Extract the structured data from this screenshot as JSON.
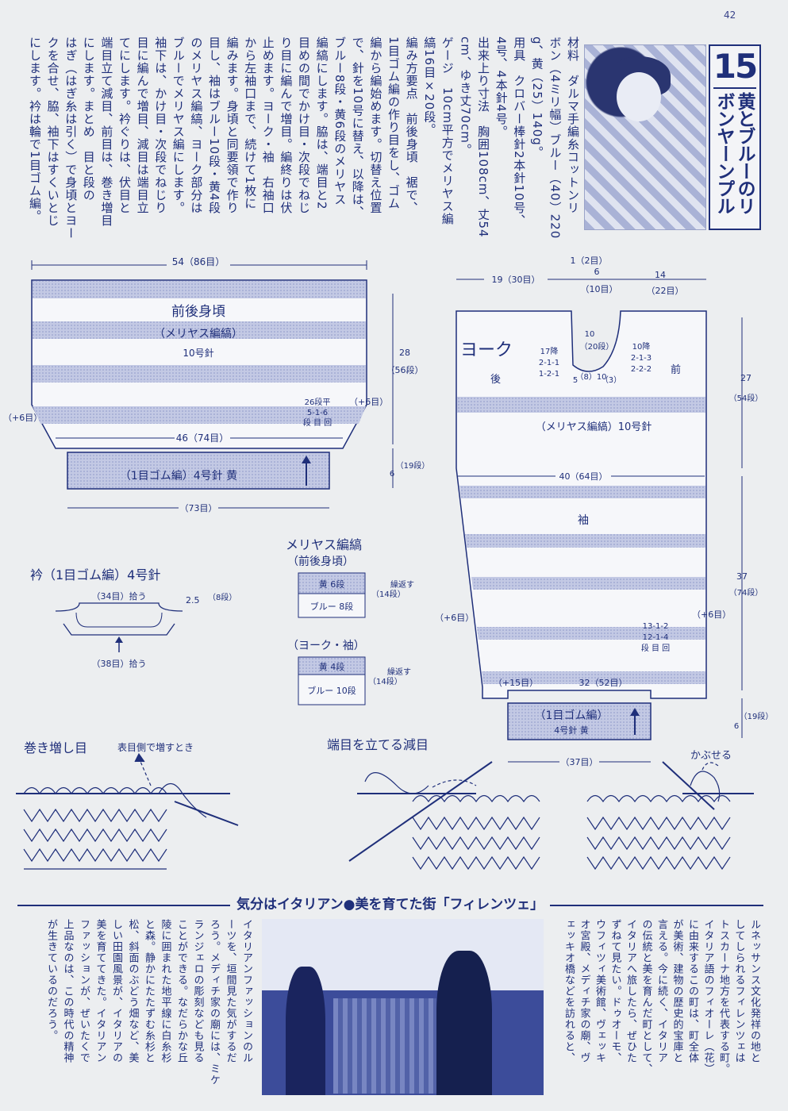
{
  "page_number": "42",
  "title": {
    "number": "15",
    "text": "黄とブルーのリボンヤーンプル"
  },
  "instructions": {
    "columns": [
      "材料　ダルマ手編糸コットンリ",
      "ボン（4ミリ幅）ブルー（40）220",
      "g、黄（25）140g。",
      "用具　クロバー棒針2本針10号、",
      "4号、4本針4号。",
      "出来上り寸法　胸囲108cm、丈54",
      "cm、ゆき丈70cm。",
      "ゲージ　10cm平方でメリヤス編",
      "縞16目×20段。",
      "編み方要点　前後身頃　裾で、",
      "1目ゴム編の作り目をし、ゴム",
      "編から編始めます。切替え位置",
      "で、針を10号に替え、以降は、",
      "ブルー8段・黄6段のメリヤス",
      "編縞にします。脇は、端目と2",
      "目めの間でかけ目・次段でねじ",
      "り目に編んで増目。編終りは伏",
      "止めます。ヨーク・袖　右袖口",
      "から左袖口まで、続けて1枚に",
      "編みます。身頃と同要領で作り",
      "目し、袖はブルー10段・黄4段",
      "のメリヤス編縞、ヨーク部分は",
      "ブルーでメリヤス編にします。",
      "袖下は、かけ目・次段でねじり",
      "目に編んで増目、減目は端目立",
      "てにします。衿ぐりは、伏目と",
      "端目立て減目、前目は、巻き増目",
      "にします。まとめ　目と段の",
      "はぎ（はぎ糸は引く）で身頃とヨー",
      "クを合せ、脇、袖下はすくいとじ",
      "にします。衿は輪で1目ゴム編。"
    ]
  },
  "body_diagram": {
    "width_top": "54（86目）",
    "name": "前後身頃",
    "stitch": "（メリヤス編縞）",
    "needle": "10号針",
    "height": "28",
    "rows": "（56段）",
    "increase": "（+6目）",
    "increase_right": "（+6目）",
    "inc_note1": "26段平",
    "inc_note2": "5-1-6",
    "inc_note3": "段 目 回",
    "width_mid": "46（74目）",
    "rib": "（1目ゴム編）4号針 黄",
    "rib_height": "6",
    "rib_rows": "（19段）",
    "width_bottom": "（73目）"
  },
  "yoke_diagram": {
    "top_center": "1（2目）",
    "left_width": "19（30目）",
    "neck_width": "6",
    "neck_sts": "（10目）",
    "right_width": "14",
    "right_sts": "（22目）",
    "yoke": "ヨーク",
    "back": "後",
    "front": "前",
    "neck_depth": "10",
    "neck_rows": "（20段）",
    "left_dec": "17降",
    "left_dec1": "2-1-1",
    "left_dec2": "1-2-1",
    "right_dec": "10降",
    "right_dec1": "2-1-3",
    "right_dec2": "2-2-2",
    "bottom_neck1": "5",
    "bottom_neck2": "（8）10",
    "bottom_neck3": "（3）",
    "stitch": "（メリヤス編縞）10号針",
    "height": "27",
    "rows": "（54段）",
    "sleeve_width": "40（64目）",
    "sleeve": "袖",
    "sleeve_height": "37",
    "sleeve_rows": "（74段）",
    "inc_left": "（+6目）",
    "inc_right": "（+6目）",
    "inc1": "13-1-2",
    "inc2": "12-1-4",
    "inc3": "段 目 回",
    "bottom_plus": "（+15目）",
    "bottom_width": "32（52目）",
    "rib": "（1目ゴム編）",
    "rib_needle": "4号針 黄",
    "rib_height": "6",
    "rib_rows": "（19段）",
    "cuff_width": "（37目）"
  },
  "collar": {
    "title": "衿（1目ゴム編）4号針",
    "top": "（34目）拾う",
    "width": "2.5",
    "rows": "（8段）",
    "bottom": "（38目）拾う"
  },
  "stripe_chart": {
    "title": "メリヤス編縞",
    "body": "（前後身頃）",
    "body_row1": "黄 6段",
    "body_row2": "ブルー 8段",
    "body_repeat": "（14段）",
    "body_repeat_note": "繰返す",
    "yoke": "（ヨーク・袖）",
    "yoke_row1": "黄 4段",
    "yoke_row2": "ブルー 10段",
    "yoke_repeat": "（14段）",
    "yoke_repeat_note": "繰返す"
  },
  "technique": {
    "cast_on": "巻き増し目",
    "cast_on_note": "表目側で増すとき",
    "decrease": "端目を立てる減目",
    "cover": "かぶせる"
  },
  "bottom": {
    "title": "気分はイタリアン●美を育てた街「フィレンツェ」",
    "right_columns": [
      "ルネッサンス文化発祥の地と",
      "してしられるフィレンツェは",
      "トスカーナ地方を代表する町。",
      "イタリア語のフィオーレ（花）",
      "に由来するこの町は、町全体",
      "が美術、建物の歴史的宝庫と",
      "言える。今に続く、イタリア",
      "の伝統と美を育んだ町として、",
      "イタリアへ旅したら、ぜひた",
      "ずねて見たい。ドゥオーモ、",
      "ウフィツィ美術館、ヴェッキ",
      "オ宮殿、メディチ家の廟、ヴ",
      "ェッキオ橋などを訪れると、"
    ],
    "left_columns": [
      "イタリアンファッションのル",
      "ーツを、垣間見た気がするだ",
      "ろう。メディチ家の廟には、ミケ",
      "ランジェロの彫刻なども見る",
      "ことができる。なだらかな丘",
      "陵に囲まれた地平線に白糸杉",
      "と森。静かにたたずむ糸杉と",
      "松、斜面のぶどう畑など、美",
      "しい田園風景が、イタリアの",
      "美を育ててきた。イタリアン",
      "ファッションが、ぜいたくで",
      "上品なのは、この時代の精神",
      "が生きているのだろう。"
    ]
  }
}
